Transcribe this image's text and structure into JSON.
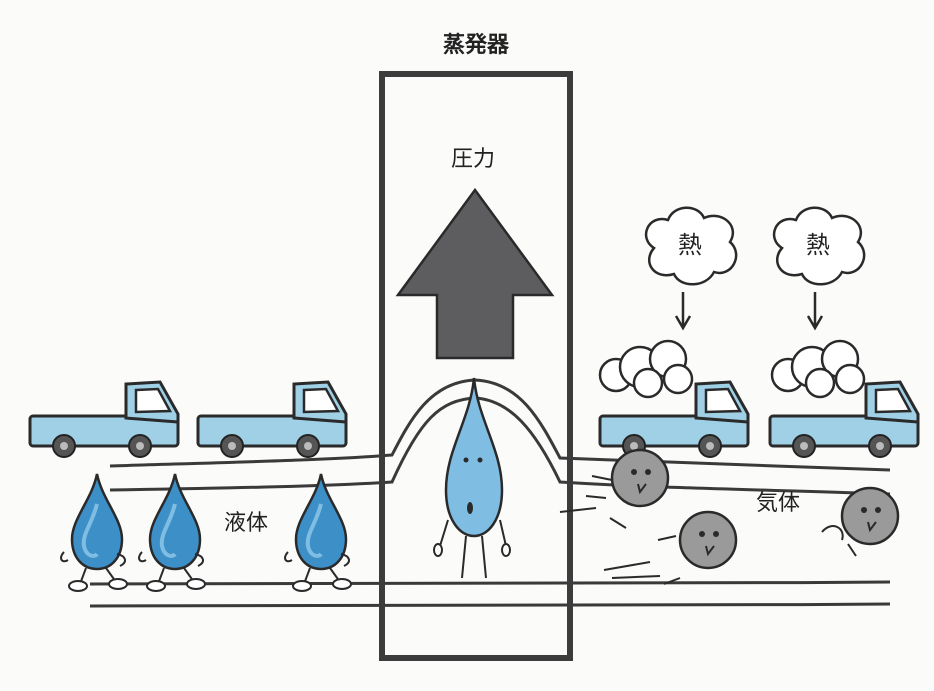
{
  "labels": {
    "evaporator": "蒸発器",
    "pressure": "圧力",
    "liquid": "液体",
    "gas": "気体",
    "heat_left": "熱",
    "heat_right": "熱"
  },
  "colors": {
    "truck_body": "#9fd0e6",
    "water_drop": "#3d8fc7",
    "water_drop_center": "#7fbde3",
    "gas_ball": "#9a9a9a",
    "steam": "#ffffff",
    "pressure_arrow": "#5d5d5f",
    "outline": "#2a2a2a"
  },
  "icons": [
    "truck-icon",
    "water-drop-icon",
    "gas-particle-icon",
    "heat-cloud-icon",
    "down-arrow-icon",
    "pressure-arrow-icon"
  ]
}
